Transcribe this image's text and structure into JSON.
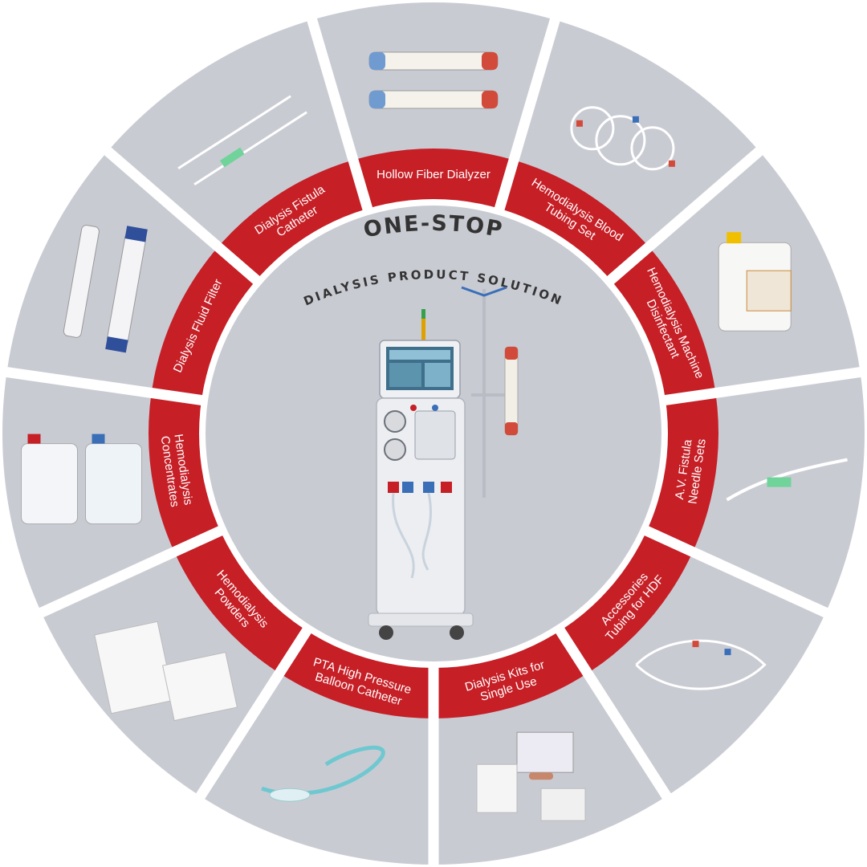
{
  "colors": {
    "background": "#ffffff",
    "segment": "#c9cbd3",
    "ring": "#c61f26",
    "separator": "#ffffff",
    "center": "#c9cbd3",
    "title": "#333333",
    "label_text": "#ffffff"
  },
  "center": {
    "title": "ONE-STOP",
    "subtitle": "DIALYSIS PRODUCT SOLUTION"
  },
  "segments": [
    {
      "id": "hollow-fiber-dialyzer",
      "lines": [
        "Hollow Fiber Dialyzer"
      ],
      "icon": "dialyzer-icon"
    },
    {
      "id": "hemodialysis-blood-tubing-set",
      "lines": [
        "Hemodialysis Blood",
        "Tubing Set"
      ],
      "icon": "blood-tubing-icon"
    },
    {
      "id": "hemodialysis-machine-disinfectant",
      "lines": [
        "Hemodialysis Machine",
        "Disinfectant"
      ],
      "icon": "disinfectant-jug-icon"
    },
    {
      "id": "av-fistula-needle-sets",
      "lines": [
        "A.V. Fistula",
        "Needle Sets"
      ],
      "icon": "fistula-needle-icon"
    },
    {
      "id": "accessories-tubing-for-hdf",
      "lines": [
        "Accessories",
        "Tubing for HDF"
      ],
      "icon": "hdf-tubing-icon"
    },
    {
      "id": "dialysis-kits-for-single-use",
      "lines": [
        "Dialysis Kits for",
        "Single Use"
      ],
      "icon": "dialysis-kit-icon"
    },
    {
      "id": "pta-high-pressure-balloon-catheter",
      "lines": [
        "PTA High Pressure",
        "Balloon Catheter"
      ],
      "icon": "balloon-catheter-icon"
    },
    {
      "id": "hemodialysis-powders",
      "lines": [
        "Hemodialysis",
        "Powders"
      ],
      "icon": "powder-bags-icon"
    },
    {
      "id": "hemodialysis-concentrates",
      "lines": [
        "Hemodialysis",
        "Concentrates"
      ],
      "icon": "concentrate-jugs-icon"
    },
    {
      "id": "dialysis-fluid-filter",
      "lines": [
        "Dialysis Fluid Filter"
      ],
      "icon": "fluid-filter-icon"
    },
    {
      "id": "dialysis-fistula-catheter",
      "lines": [
        "Dialysis Fistula",
        "Catheter"
      ],
      "icon": "fistula-catheter-icon"
    }
  ],
  "machine_icon": "dialysis-machine-icon"
}
